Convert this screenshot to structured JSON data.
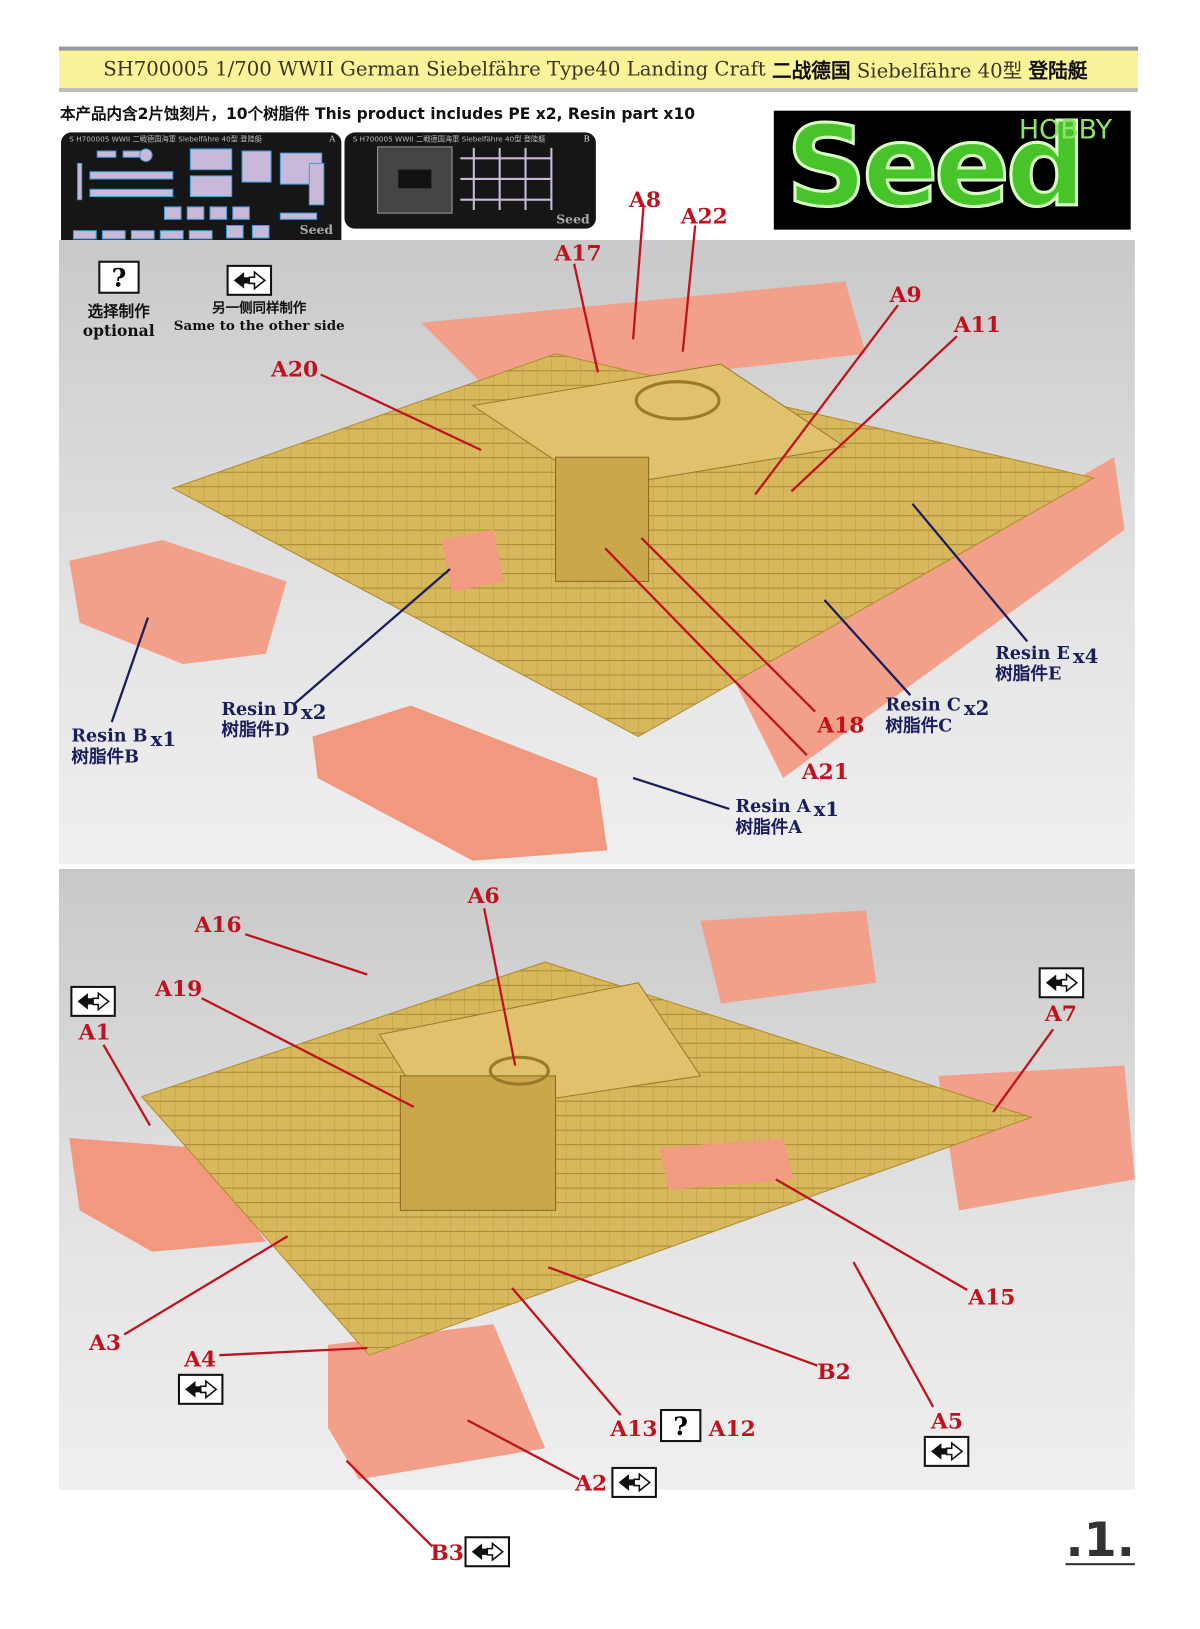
{
  "header": {
    "title_en_1": "SH700005 1/700 WWII German Siebelfähre Type40 Landing Craft",
    "title_cn_1": "二战德国",
    "title_en_2": "Siebelfähre 40型",
    "title_cn_2": "登陆艇"
  },
  "subtitle": "本产品内含2片蚀刻片，10个树脂件 This product includes PE x2, Resin part x10",
  "pe_sheets": [
    {
      "caption": "S H700005 WWII 二戦德国海軍 Siebelfähre 40型 登陸艇",
      "badge": "A",
      "brand": "Seed"
    },
    {
      "caption": "S H700005 WWII 二戦德国海軍 Siebelfähre 40型 登陸艇",
      "badge": "B",
      "brand": "Seed"
    }
  ],
  "legend": {
    "optional_symbol": "?",
    "optional_cn": "选择制作",
    "optional_en": "optional",
    "same_cn": "另一侧同样制作",
    "same_en": "Same to the other side"
  },
  "logo": {
    "hobby": "HOBBY",
    "seed": "Seed"
  },
  "panel1": {
    "labels": [
      "A8",
      "A22",
      "A17",
      "A9",
      "A11",
      "A20",
      "A18",
      "A21"
    ],
    "resin": [
      {
        "en": "Resin E",
        "cn": "树脂件E",
        "qty": "x4"
      },
      {
        "en": "Resin C",
        "cn": "树脂件C",
        "qty": "x2"
      },
      {
        "en": "Resin D",
        "cn": "树脂件D",
        "qty": "x2"
      },
      {
        "en": "Resin B",
        "cn": "树脂件B",
        "qty": "x1"
      },
      {
        "en": "Resin A",
        "cn": "树脂件A",
        "qty": "x1"
      }
    ]
  },
  "panel2": {
    "labels": [
      "A6",
      "A16",
      "A19",
      "A1",
      "A7",
      "A15",
      "A3",
      "A4",
      "B2",
      "A5",
      "A13",
      "A12",
      "A2",
      "B3"
    ],
    "optional_symbol": "?"
  },
  "page_number": ".1.",
  "colors": {
    "label": "#c0121e",
    "resin": "#1a1f5c",
    "banner": "#fbf39a",
    "hull": "#f3a08a",
    "deck": "#d4b457"
  }
}
